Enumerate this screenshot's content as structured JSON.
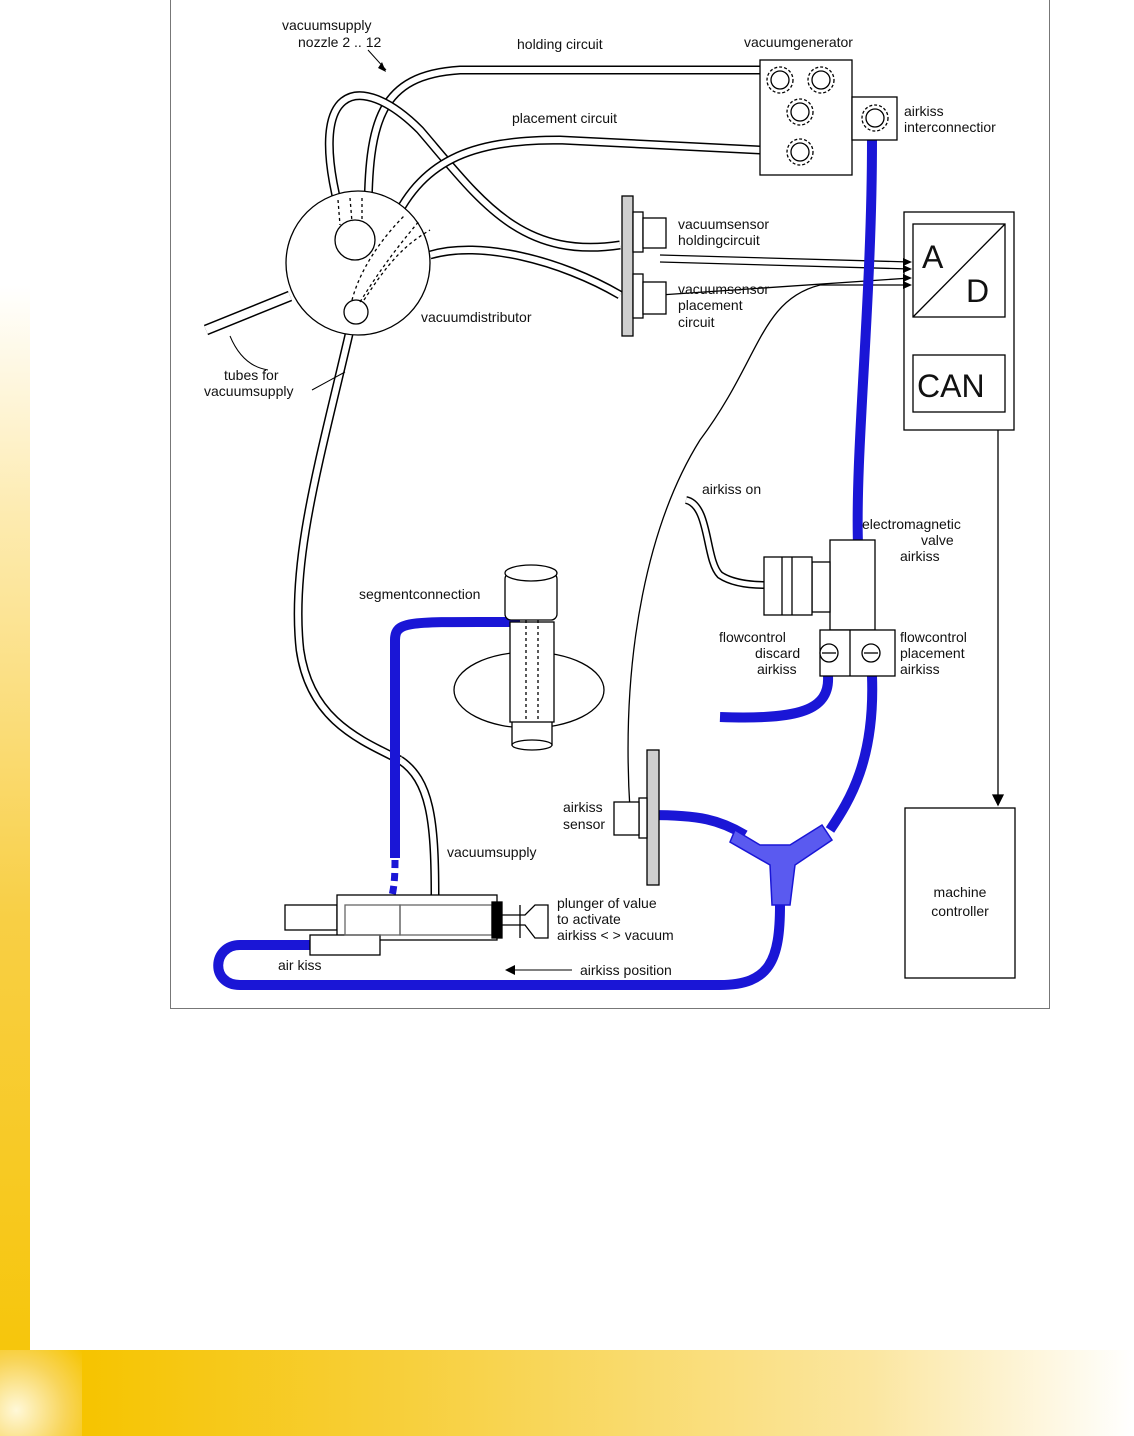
{
  "labels": {
    "vacuumsupply_nozzle": [
      "vacuumsupply",
      "nozzle 2 .. 12"
    ],
    "holding_circuit": "holding circuit",
    "vacuumgenerator": "vacuumgenerator",
    "airkiss_interconnection": [
      "airkiss",
      "interconnectior"
    ],
    "placement_circuit": "placement circuit",
    "vacuumsensor_holding": [
      "vacuumsensor",
      "holdingcircuit"
    ],
    "vacuumsensor_placement": [
      "vacuumsensor",
      "placement",
      "circuit"
    ],
    "vacuumdistributor": "vacuumdistributor",
    "tubes_for_vacuumsupply": [
      "tubes for",
      "vacuumsupply"
    ],
    "ad_a": "A",
    "ad_d": "D",
    "can": "CAN",
    "airkiss_on": "airkiss on",
    "electromagnetic_valve": [
      "electromagnetic",
      "valve",
      "airkiss"
    ],
    "segmentconnection": "segmentconnection",
    "flowcontrol_discard": [
      "flowcontrol",
      "discard",
      "airkiss"
    ],
    "flowcontrol_placement": [
      "flowcontrol",
      "placement",
      "airkiss"
    ],
    "airkiss_sensor": [
      "airkiss",
      "sensor"
    ],
    "vacuumsupply": "vacuumsupply",
    "plunger": [
      "plunger of value",
      "to activate",
      "airkiss < > vacuum"
    ],
    "air_kiss": "air kiss",
    "airkiss_position": "airkiss position",
    "machine_controller": [
      "machine",
      "controller"
    ]
  },
  "colors": {
    "blue_tube": "#1a16d6",
    "y_connector": "#5a5af0",
    "sensor_plate": "#cfcfcf",
    "slide_yellow": "#f6c400"
  }
}
